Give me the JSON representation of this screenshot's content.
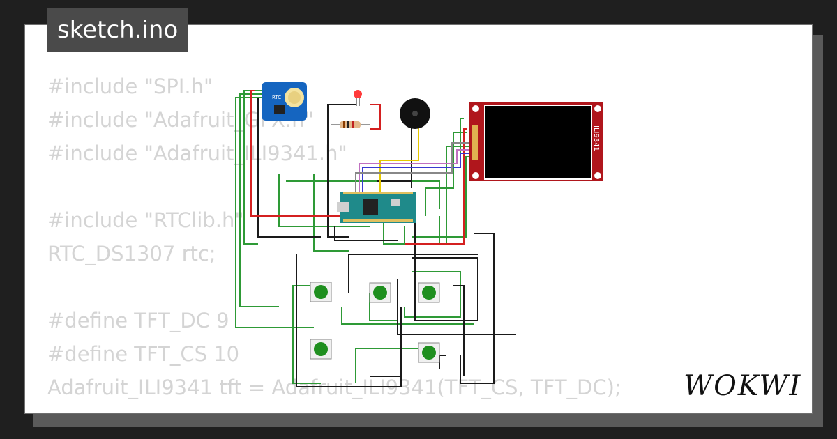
{
  "tab": {
    "filename": "sketch.ino"
  },
  "code_lines": [
    "#include \"SPI.h\"",
    "#include \"Adafruit_GFX.h\"",
    "#include \"Adafruit_ILI9341.h\"",
    "",
    "#include \"RTClib.h\"",
    "RTC_DS1307 rtc;",
    "",
    "#define TFT_DC 9",
    "#define TFT_CS 10",
    "Adafruit_ILI9341 tft = Adafruit_ILI9341(TFT_CS, TFT_DC);"
  ],
  "components": {
    "rtc_label": "RTC",
    "display_label": "ILI9341"
  },
  "brand": {
    "logo": "WOKWI"
  },
  "colors": {
    "background": "#1f1f1f",
    "tab": "#4a4a4a",
    "code_text": "#d4d4d4",
    "wire_green": "#2e9a36",
    "wire_black": "#1a1a1a",
    "wire_red": "#d42020",
    "display_board": "#b0161c",
    "rtc_board": "#1565c0",
    "arduino_board": "#1f8a8a",
    "button_cap": "#1f8f1f"
  }
}
